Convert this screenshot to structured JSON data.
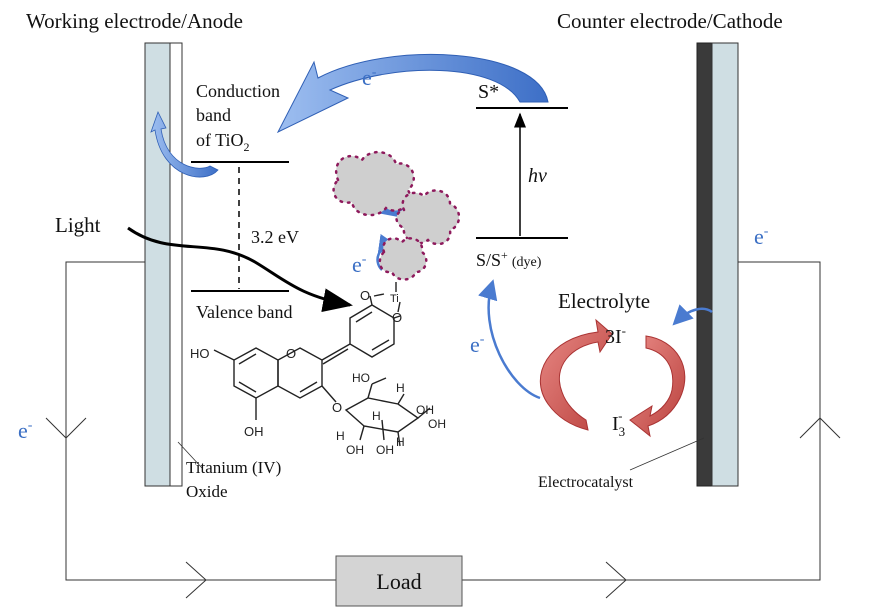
{
  "anode": {
    "title": "Working electrode/Anode",
    "oxide_line1": "Titanium (IV)",
    "oxide_line2": "Oxide"
  },
  "cathode": {
    "title": "Counter electrode/Cathode",
    "catalyst": "Electrocatalyst"
  },
  "tio2": {
    "cb_line1": "Conduction",
    "cb_line2": "band",
    "cb_line3_prefix": "of TiO",
    "cb_line3_sub": "2",
    "bandgap": "3.2 eV",
    "vb": "Valence band"
  },
  "dye": {
    "excited": "S*",
    "photon": "hv",
    "ground_main": "S/S",
    "ground_sup": "+",
    "ground_note": "(dye)"
  },
  "light": "Light",
  "electrolyte": {
    "title": "Electrolyte",
    "iodide_main": "3I",
    "iodide_sup": "-",
    "triiodide_main": "I",
    "triiodide_sub": "3",
    "triiodide_sup": "-"
  },
  "electron": {
    "main": "e",
    "sup": "-"
  },
  "load": "Load",
  "molecule_labels": {
    "ti": "Ti",
    "o": "O",
    "ho": "HO",
    "oh": "OH",
    "h": "H"
  },
  "colors": {
    "glass_fill": "#cfdee3",
    "cathode_dark": "#3a3a3a",
    "electron_blue": "#3b6fc4",
    "arrow_blue": "#5b8bd8",
    "arrow_red": "#d35a56",
    "cluster_fill": "#cfcfcf",
    "cluster_dot": "#8e1a5c",
    "load_fill": "#d4d4d4"
  }
}
